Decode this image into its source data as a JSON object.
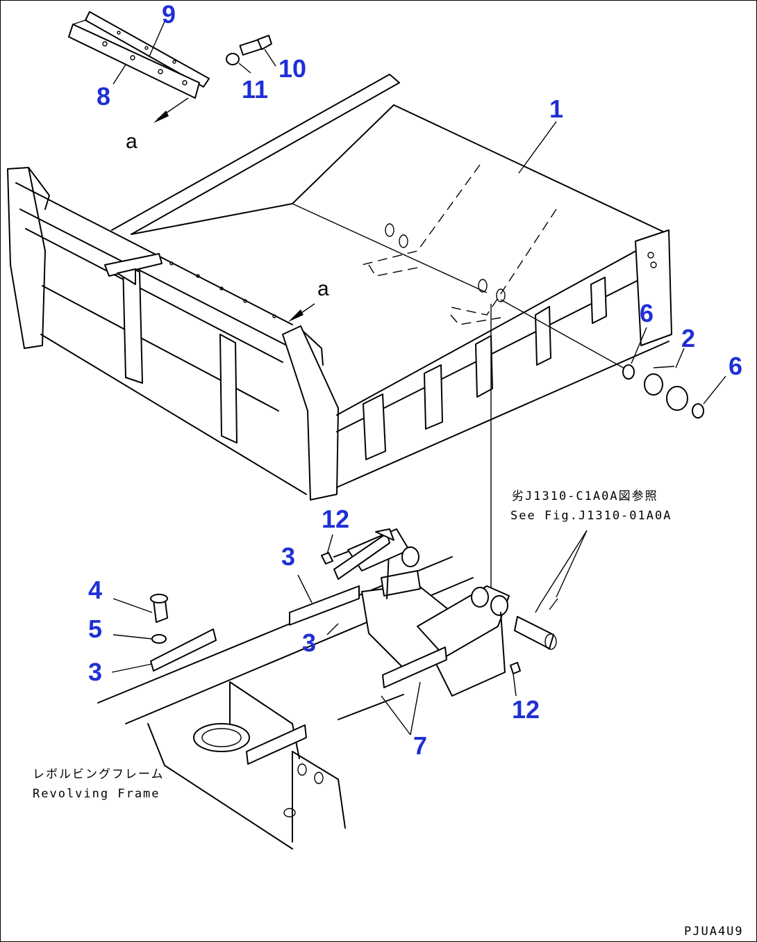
{
  "callouts": {
    "c1": "1",
    "c2": "2",
    "c3a": "3",
    "c3b": "3",
    "c3c": "3",
    "c4": "4",
    "c5": "5",
    "c6a": "6",
    "c6b": "6",
    "c7": "7",
    "c8": "8",
    "c9": "9",
    "c10": "10",
    "c11": "11",
    "c12a": "12",
    "c12b": "12"
  },
  "refs": {
    "a_top": "a",
    "a_mid": "a"
  },
  "notes": {
    "see_fig_jp": "劣J1310-C1A0A図参照",
    "see_fig_en": "See Fig.J1310-01A0A",
    "frame_jp": "レボルビングフレーム",
    "frame_en": "Revolving Frame",
    "drawing_code": "PJUA4U9"
  }
}
